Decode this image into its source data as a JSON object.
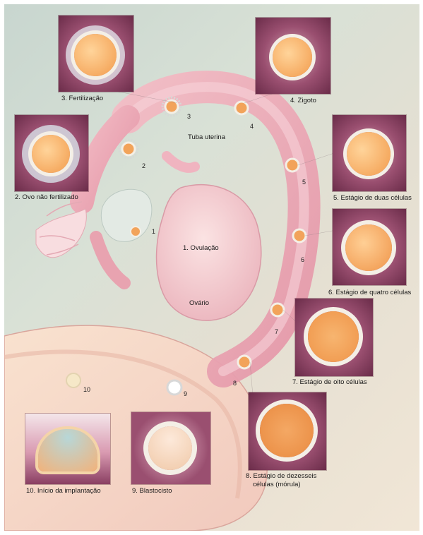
{
  "stages": [
    {
      "num": "1",
      "caption": "1. Ovulação"
    },
    {
      "num": "2",
      "caption": "2. Ovo não fertilizado"
    },
    {
      "num": "3",
      "caption": "3. Fertilização"
    },
    {
      "num": "4",
      "caption": "4. Zigoto"
    },
    {
      "num": "5",
      "caption": "5. Estágio de duas células"
    },
    {
      "num": "6",
      "caption": "6. Estágio de quatro células"
    },
    {
      "num": "7",
      "caption": "7. Estágio de oito células"
    },
    {
      "num": "8",
      "caption_line1": "8. Estágio de dezesseis",
      "caption_line2": "células (mórula)"
    },
    {
      "num": "9",
      "caption": "9. Blastocisto"
    },
    {
      "num": "10",
      "caption": "10. Início da implantação"
    }
  ],
  "anatomy": {
    "tube_label": "Tuba uterina",
    "ovary_label": "Ovário"
  },
  "colors": {
    "background": "#d9e1d6",
    "tube": "#e9a9b6",
    "ovary": "#f2c9cd",
    "uterus": "#f6d9c9",
    "panel_bg": "#8a3f62",
    "egg_core": "#f2a35a",
    "zona": "#f4efe6"
  }
}
